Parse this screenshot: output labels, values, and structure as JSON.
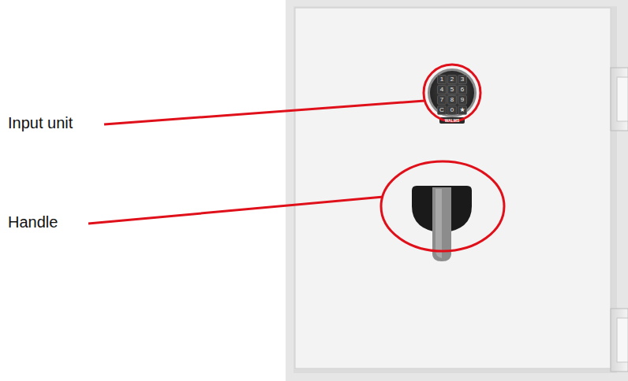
{
  "diagram": {
    "labels": [
      "Input unit",
      "Handle",
      "1",
      "2",
      "3",
      "4",
      "5",
      "6",
      "7",
      "8",
      "9",
      "C",
      "0",
      "★",
      "WALMS"
    ]
  }
}
